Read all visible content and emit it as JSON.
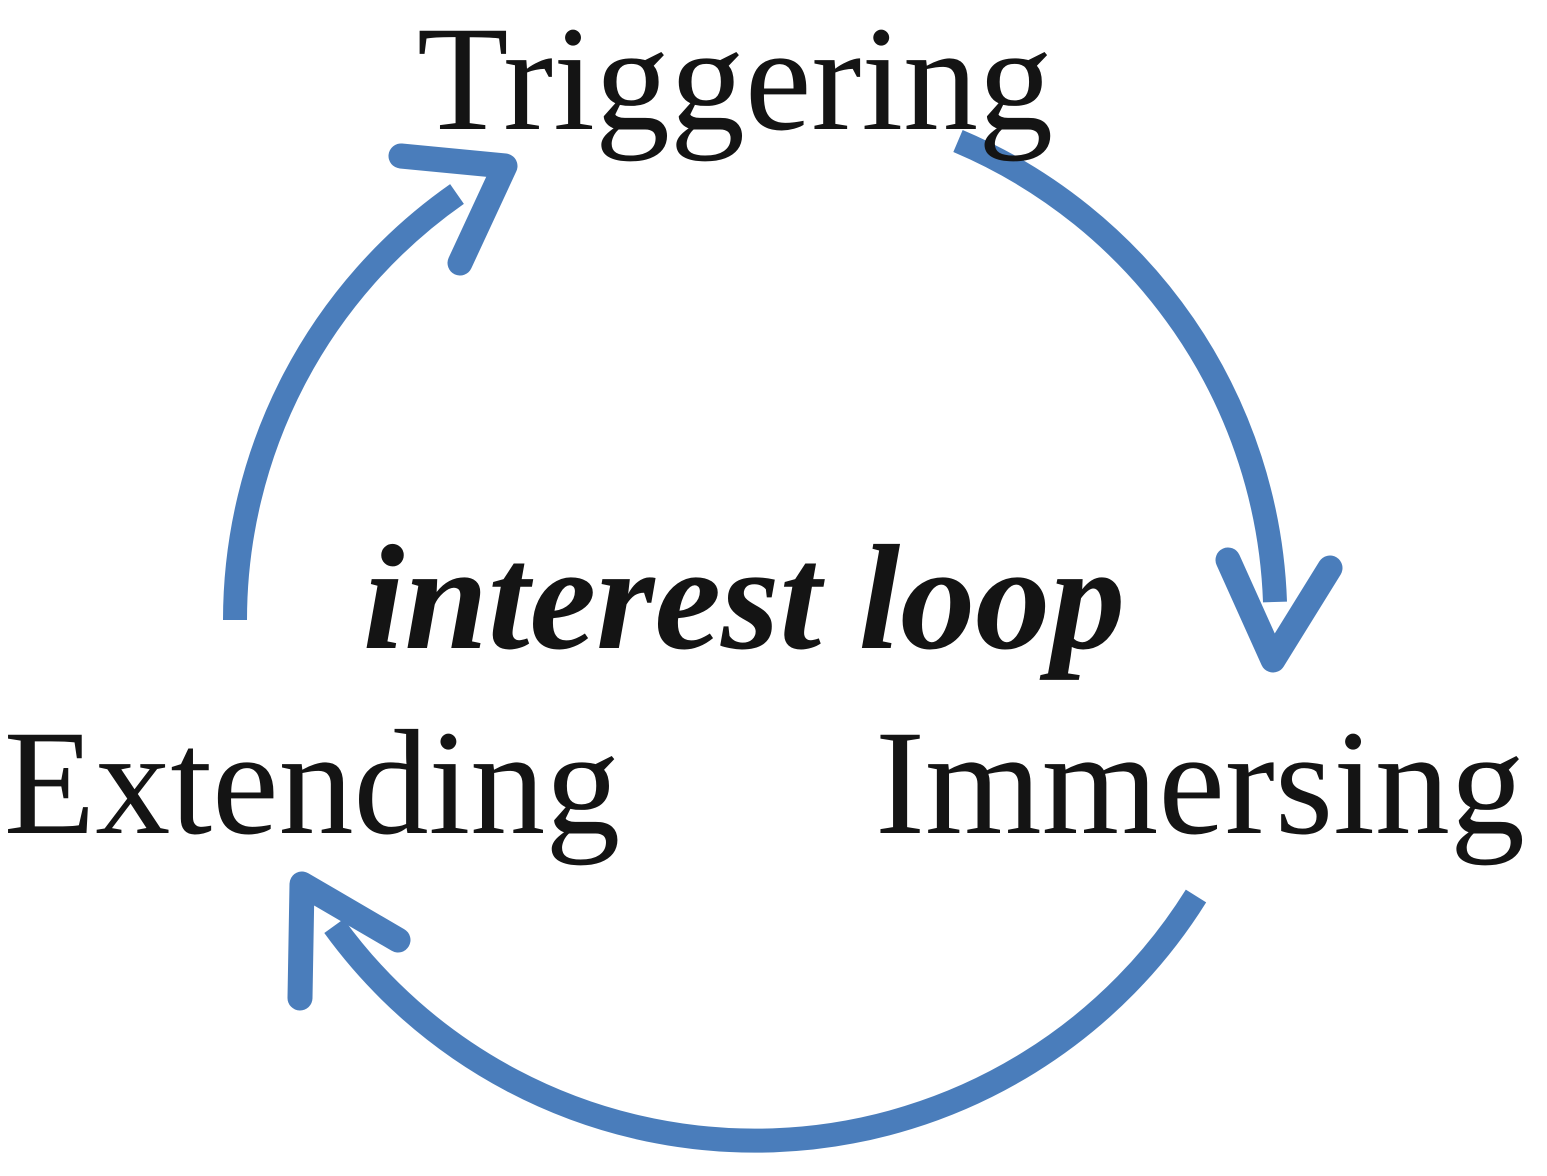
{
  "figure": {
    "type": "cycle-diagram",
    "center_label": "interest loop",
    "nodes": [
      {
        "position": "top",
        "label": "Triggering"
      },
      {
        "position": "bottom-right",
        "label": "Immersing"
      },
      {
        "position": "bottom-left",
        "label": "Extending"
      }
    ],
    "arrows": [
      {
        "from": "Triggering",
        "to": "Immersing",
        "direction": "clockwise",
        "side": "right"
      },
      {
        "from": "Immersing",
        "to": "Extending",
        "direction": "clockwise",
        "side": "bottom"
      },
      {
        "from": "Extending",
        "to": "Triggering",
        "direction": "clockwise",
        "side": "left"
      }
    ]
  },
  "colors": {
    "arrow": "#4a7dbb",
    "text": "#141414",
    "background": "#ffffff"
  }
}
